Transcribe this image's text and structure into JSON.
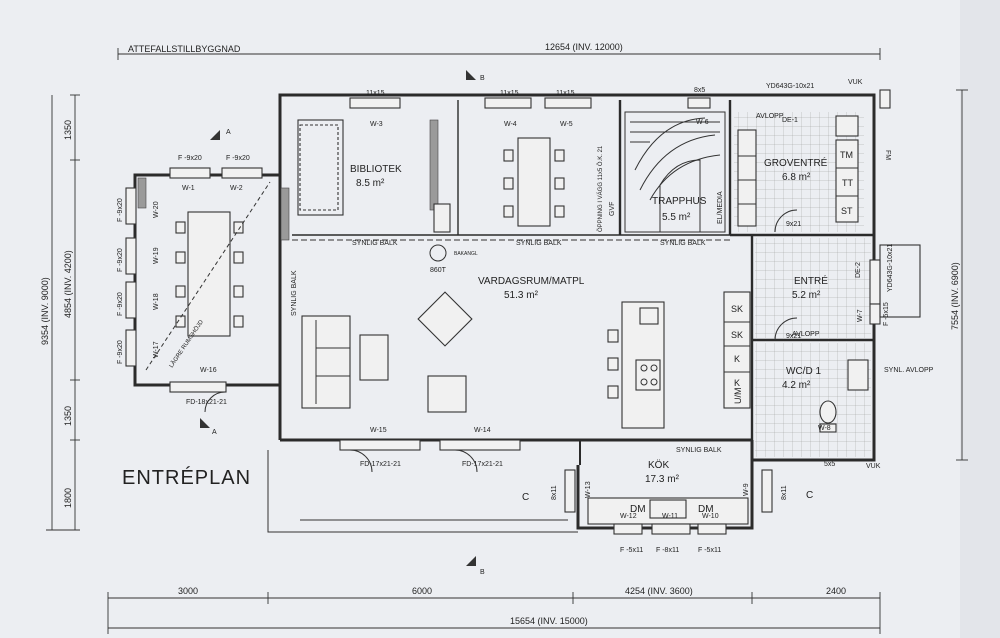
{
  "top_note": "ATTEFALLSTILLBYGGNAD",
  "plan_title": "ENTRÉPLAN",
  "dimensions": {
    "top_total": "12654 (INV. 12000)",
    "bottom_total": "15654 (INV. 15000)",
    "bottom_segments": [
      "3000",
      "6000",
      "4254 (INV. 3600)",
      "2400"
    ],
    "left_total": "9354 (INV. 9000)",
    "left_segments": [
      "1350",
      "4854 (INV. 4200)",
      "1350",
      "1800"
    ],
    "right_total": "7554 (INV. 6900)"
  },
  "rooms": [
    {
      "name": "BIBLIOTEK",
      "area": "8.5 m²"
    },
    {
      "name": "VARDAGSRUM/MATPL",
      "area": "51.3 m²"
    },
    {
      "name": "TRAPPHUS",
      "area": "5.5 m²"
    },
    {
      "name": "GROVENTRÉ",
      "area": "6.8 m²"
    },
    {
      "name": "ENTRÉ",
      "area": "5.2 m²"
    },
    {
      "name": "WC/D 1",
      "area": "4.2 m²"
    },
    {
      "name": "KÖK",
      "area": "17.3 m²"
    }
  ],
  "windows": {
    "top": [
      "11x15",
      "11x15",
      "11x15",
      "8x5"
    ],
    "top_ids": [
      "W-3",
      "W-4",
      "W-5",
      "W-6"
    ],
    "left_top": [
      "F -9x20",
      "F -9x20"
    ],
    "left_top_ids": [
      "W-1",
      "W-2"
    ],
    "left_side": [
      "F -9x20",
      "F -9x20",
      "F -9x20",
      "F -9x20"
    ],
    "left_side_ids": [
      "W-20",
      "W-19",
      "W-18",
      "W-17"
    ],
    "south_ids": [
      "W-16",
      "W-15",
      "W-14"
    ],
    "kitchen_bottom": [
      "F -5x11",
      "F -8x11",
      "F -5x11"
    ],
    "kitchen_ids": [
      "W-12",
      "W-11",
      "W-10"
    ],
    "misc": [
      "8x11",
      "8x11",
      "W-13",
      "W-9",
      "W-8",
      "W-7",
      "F -5x15",
      "5x5",
      "9x21",
      "9x21"
    ]
  },
  "doors": [
    "FD-18x21-21",
    "FD-17x21-21",
    "FD-17x21-21",
    "YD643G-10x21",
    "YD643G-10x21",
    "DE-1",
    "DE-2"
  ],
  "labels": {
    "synlig_balk": "SYNLIG BALK",
    "oppning": "ÖPPNING I VÄGG 11x5 Ö.K. 21",
    "gvf": "GVF",
    "elmedia": "EL/MEDIA",
    "bakangl": "BAKANGL",
    "stove": "860T",
    "lagre_takhojd": "LÄGRE RUMSHÖJD",
    "avlopp": "AVLOPP",
    "synl_avlopp": "SYNL. AVLOPP",
    "vuk": "VUK",
    "fm": "FM",
    "section_a": "A",
    "section_b": "B",
    "section_c": "C"
  },
  "closets": [
    "SK",
    "SK",
    "K",
    "K",
    "U/M"
  ],
  "groventre_units": [
    "TM",
    "TT",
    "ST"
  ],
  "kitchen_appliances": [
    "DM",
    "DM"
  ]
}
